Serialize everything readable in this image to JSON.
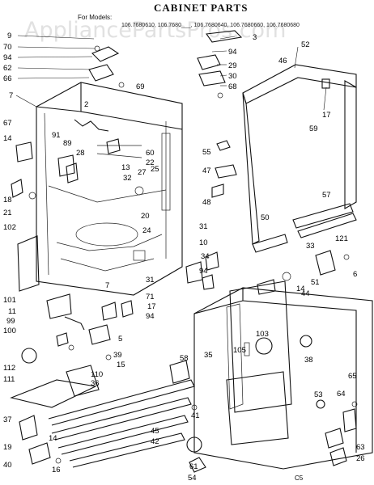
{
  "header": {
    "title": "CABINET PARTS",
    "models_label": "For Models:",
    "models_text": "106.7680610, 106.7680___, 106.7680640, 106.7680660, 106.7680680"
  },
  "watermark": "AppliancePartsPros.com",
  "corner_mark": "C5",
  "callouts": [
    "9",
    "70",
    "94",
    "62",
    "66",
    "7",
    "67",
    "14",
    "91",
    "89",
    "2",
    "28",
    "69",
    "3",
    "94",
    "29",
    "30",
    "68",
    "52",
    "46",
    "17",
    "59",
    "60",
    "22",
    "13",
    "25",
    "27",
    "32",
    "55",
    "47",
    "48",
    "20",
    "24",
    "18",
    "21",
    "102",
    "57",
    "50",
    "31",
    "10",
    "34",
    "94",
    "33",
    "121",
    "6",
    "101",
    "11",
    "99",
    "7",
    "31",
    "71",
    "17",
    "94",
    "14",
    "51",
    "44",
    "100",
    "112",
    "111",
    "5",
    "39",
    "15",
    "103",
    "105",
    "58",
    "35",
    "38",
    "110",
    "36",
    "37",
    "14",
    "19",
    "45",
    "42",
    "41",
    "53",
    "65",
    "64",
    "63",
    "26",
    "40",
    "16",
    "61",
    "54"
  ]
}
